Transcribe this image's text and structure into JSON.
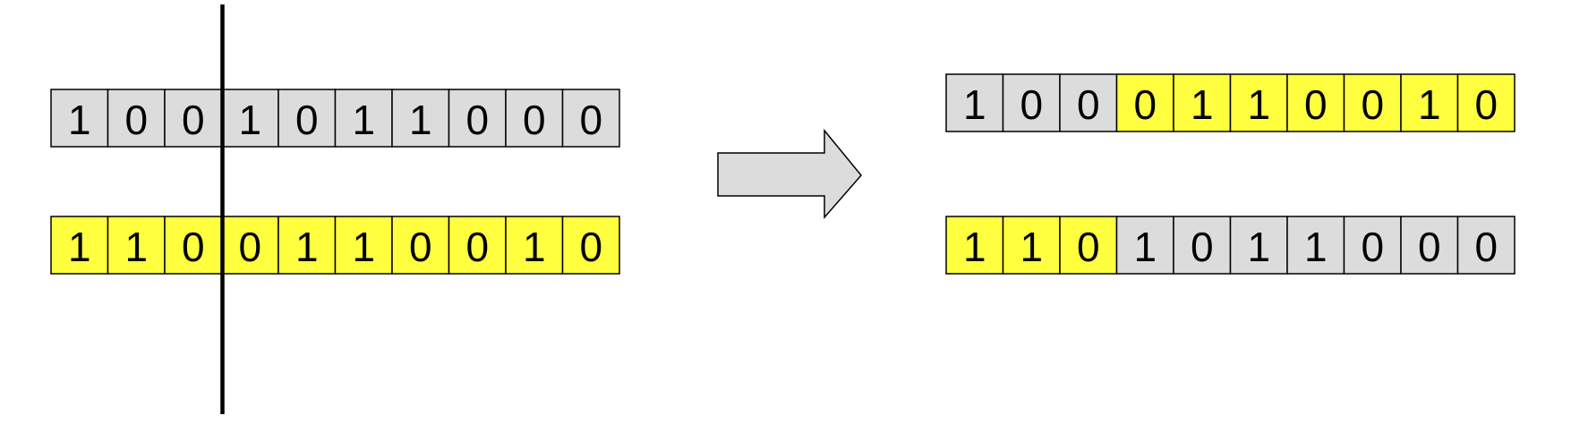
{
  "colors": {
    "gray": "#dcdcdc",
    "yellow": "#ffff40",
    "arrow_fill": "#dcdcdc",
    "line": "#000000"
  },
  "left": {
    "parent_1": {
      "bits": [
        "1",
        "0",
        "0",
        "1",
        "0",
        "1",
        "1",
        "0",
        "0",
        "0"
      ],
      "colors": [
        "gray",
        "gray",
        "gray",
        "gray",
        "gray",
        "gray",
        "gray",
        "gray",
        "gray",
        "gray"
      ]
    },
    "parent_2": {
      "bits": [
        "1",
        "1",
        "0",
        "0",
        "1",
        "1",
        "0",
        "0",
        "1",
        "0"
      ],
      "colors": [
        "yellow",
        "yellow",
        "yellow",
        "yellow",
        "yellow",
        "yellow",
        "yellow",
        "yellow",
        "yellow",
        "yellow"
      ]
    },
    "crossover_point": 3
  },
  "right": {
    "child_1": {
      "bits": [
        "1",
        "0",
        "0",
        "0",
        "1",
        "1",
        "0",
        "0",
        "1",
        "0"
      ],
      "colors": [
        "gray",
        "gray",
        "gray",
        "yellow",
        "yellow",
        "yellow",
        "yellow",
        "yellow",
        "yellow",
        "yellow"
      ]
    },
    "child_2": {
      "bits": [
        "1",
        "1",
        "0",
        "1",
        "0",
        "1",
        "1",
        "0",
        "0",
        "0"
      ],
      "colors": [
        "yellow",
        "yellow",
        "yellow",
        "gray",
        "gray",
        "gray",
        "gray",
        "gray",
        "gray",
        "gray"
      ]
    }
  }
}
